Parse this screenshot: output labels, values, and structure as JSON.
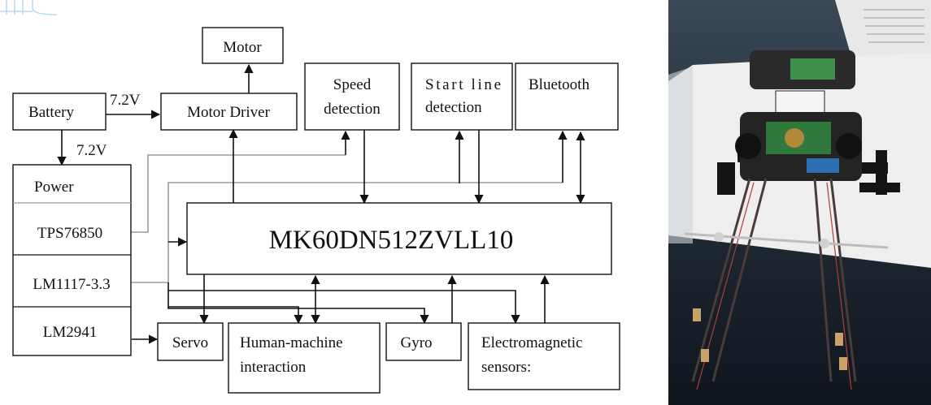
{
  "diagram": {
    "blocks": {
      "motor": "Motor",
      "motor_driver": "Motor Driver",
      "battery": "Battery",
      "speed_detection": [
        "Speed",
        "detection"
      ],
      "start_line_detection": [
        "Start line",
        "detection"
      ],
      "bluetooth": "Bluetooth",
      "power": "Power",
      "tps76850": "TPS76850",
      "lm1117": "LM1117-3.3",
      "lm2941": "LM2941",
      "mcu": "MK60DN512ZVLL10",
      "servo": "Servo",
      "hmi": [
        "Human-machine",
        "interaction"
      ],
      "gyro": "Gyro",
      "em_sensors": [
        "Electromagnetic",
        "sensors:"
      ]
    },
    "voltage_battery_driver": "7.2V",
    "voltage_battery_power": "7.2V"
  },
  "photo": {
    "subject": "smart-car-photo"
  },
  "colors": {
    "line": "#111111",
    "supply_line": "#9a9a9a",
    "photo_bg": "#1d2733",
    "track": "#f2f2f2"
  }
}
